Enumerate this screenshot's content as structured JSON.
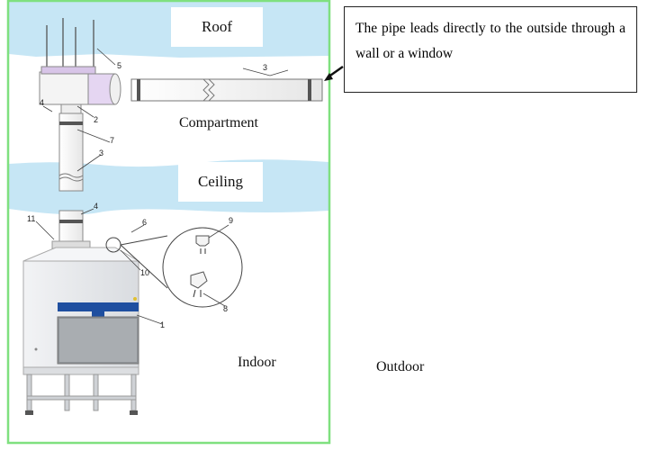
{
  "zones": {
    "roof": "Roof",
    "compartment": "Compartment",
    "ceiling": "Ceiling",
    "indoor": "Indoor",
    "outdoor": "Outdoor"
  },
  "callout": {
    "text": "The pipe leads directly to the outside through a wall or a window"
  },
  "part_numbers": [
    "1",
    "2",
    "3",
    "3",
    "4",
    "4",
    "5",
    "6",
    "7",
    "8",
    "9",
    "10",
    "11"
  ],
  "colors": {
    "frame": "#7fe07f",
    "roof_band": "#c6e6f5",
    "ceiling_band": "#c6e6f5",
    "duct": "#ffffff",
    "cabinet": "#e9ebee",
    "accent_blue": "#1f4fa0"
  }
}
